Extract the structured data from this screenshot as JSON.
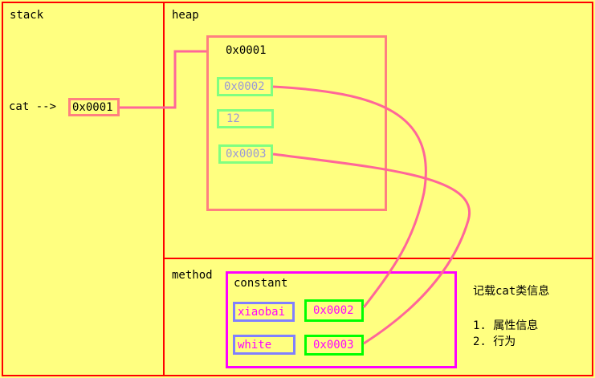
{
  "regions": {
    "stack": "stack",
    "heap": "heap",
    "method": "method"
  },
  "stack": {
    "var_label": "cat -->",
    "var_value": "0x0001"
  },
  "heap": {
    "object_address": "0x0001",
    "fields": [
      "0x0002",
      "12",
      "0x0003"
    ]
  },
  "method": {
    "constant_pool_title": "constant",
    "constants": [
      {
        "value": "xiaobai",
        "address": "0x0002"
      },
      {
        "value": "white",
        "address": "0x0003"
      }
    ],
    "note": {
      "title": "记载cat类信息",
      "items": [
        "1. 属性信息",
        "2. 行为"
      ]
    }
  },
  "colors": {
    "background": "#ffff80",
    "region_border": "#ff0000",
    "heap_border": "#ff8080",
    "field_border": "#80ff80",
    "field_text": "#9a9ad6",
    "constant_border": "#ff00ff",
    "constant_text": "#ff00ff",
    "string_border": "#8080ff",
    "address_border": "#00ff00",
    "link": "#ff6699"
  }
}
